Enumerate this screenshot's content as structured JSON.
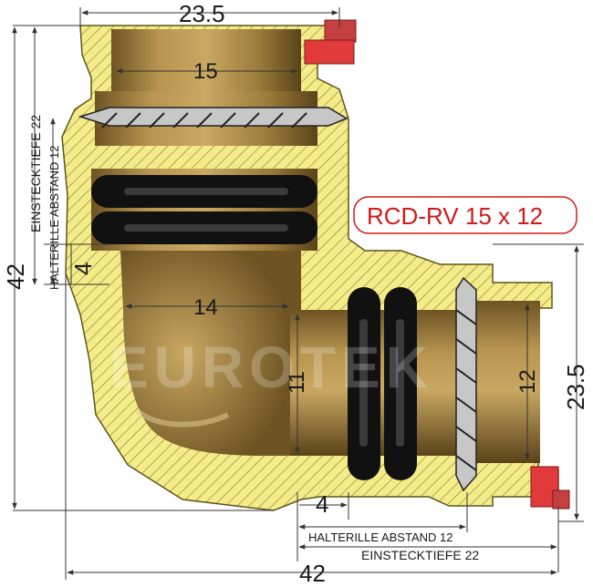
{
  "title": "RCD-RV 15 x 12",
  "watermark": "EUROTEK",
  "dimensions": {
    "top_width": "23.5",
    "upper_bore": "15",
    "lower_bore": "14",
    "overall_height": "42",
    "overall_width": "42",
    "right_height": "23.5",
    "right_bore": "12",
    "right_inner_bore": "11",
    "left_groove_depth": "4",
    "bottom_groove_depth": "4",
    "left_insertion_depth": "EINSTECKTIEFE 22",
    "left_retainer_distance": "HALTERILLE ABSTAND 12",
    "bottom_retainer_distance": "HALTERILLE ABSTAND 12",
    "bottom_insertion_depth": "EINSTECKTIEFE 22"
  },
  "colors": {
    "body_section": "#f4ec8a",
    "hatch": "#8a7d1e",
    "brass": "#a9883d",
    "brass_dark": "#5a431a",
    "seal": "#111111",
    "clip": "#d62b2b",
    "title_red": "#d11a1a",
    "dim_line": "#333333"
  }
}
